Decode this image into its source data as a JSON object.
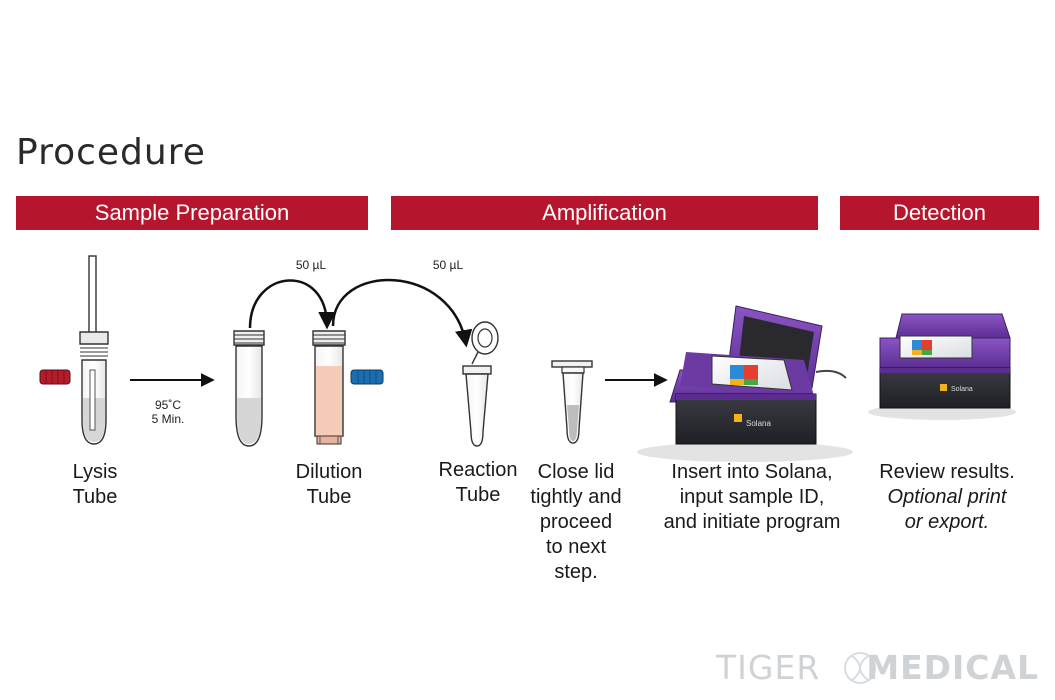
{
  "title": "Procedure",
  "colors": {
    "band": "#b5162d",
    "purple": "#6a3aa0",
    "device_body": "#2b2d33"
  },
  "stages": [
    {
      "label": "Sample Preparation"
    },
    {
      "label": "Amplification"
    },
    {
      "label": "Detection"
    }
  ],
  "steps": {
    "lysis": {
      "line1": "Lysis",
      "line2": "Tube"
    },
    "heat": {
      "line1": "95˚C",
      "line2": "5 Min."
    },
    "transfer1": "50 µL",
    "transfer2": "50 µL",
    "dilution": {
      "line1": "Dilution",
      "line2": "Tube"
    },
    "reaction": {
      "line1": "Reaction",
      "line2": "Tube"
    },
    "close": {
      "lines": [
        "Close lid",
        "tightly and",
        "proceed",
        "to next",
        "step."
      ]
    },
    "insert": {
      "lines": [
        "Insert into Solana,",
        "input sample ID,",
        "and initiate program"
      ]
    },
    "review": {
      "line1": "Review results.",
      "line2": "Optional print",
      "line3": "or export."
    }
  },
  "device_brand": "Solana",
  "watermark": {
    "part1": "TIGER",
    "part2": "MEDICAL",
    "icon": "dna-helix-icon"
  }
}
